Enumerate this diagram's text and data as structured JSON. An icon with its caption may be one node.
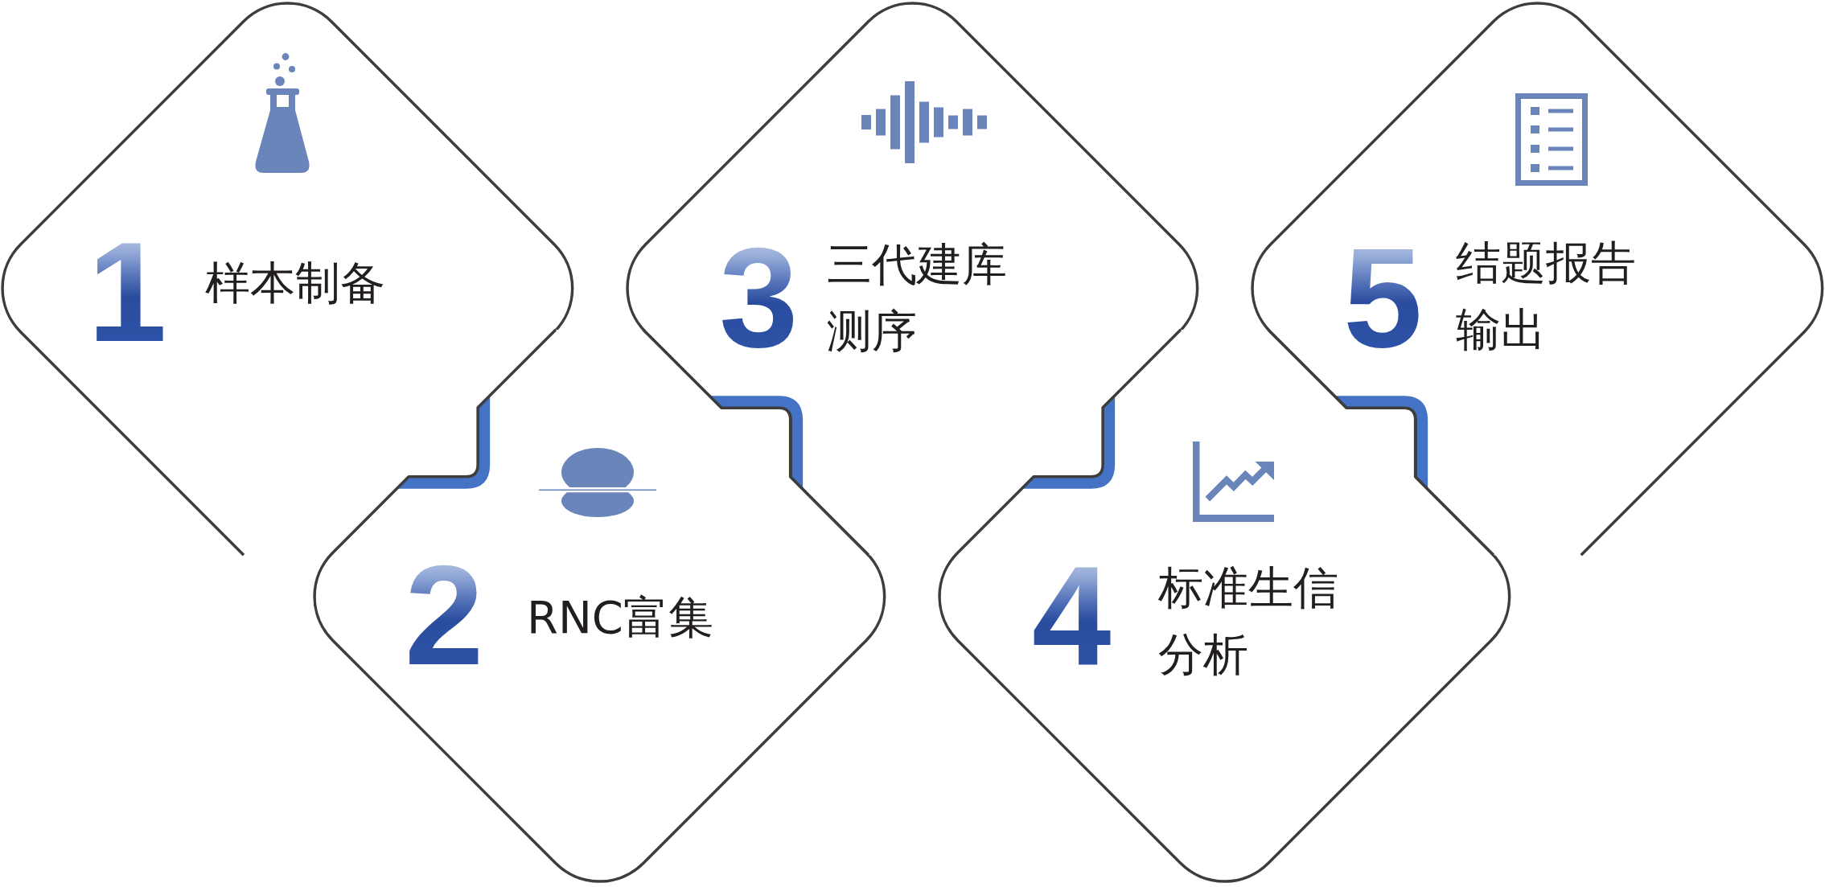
{
  "diagram": {
    "nodes": [
      {
        "text": [
          "1",
          "样本制备"
        ]
      },
      {
        "text": [
          "2",
          "RNC富集"
        ]
      },
      {
        "text": [
          "3",
          "三代建库测序"
        ]
      },
      {
        "text": [
          "4",
          "标准生信分析"
        ]
      },
      {
        "text": [
          "5",
          "结题报告输出"
        ]
      }
    ]
  }
}
